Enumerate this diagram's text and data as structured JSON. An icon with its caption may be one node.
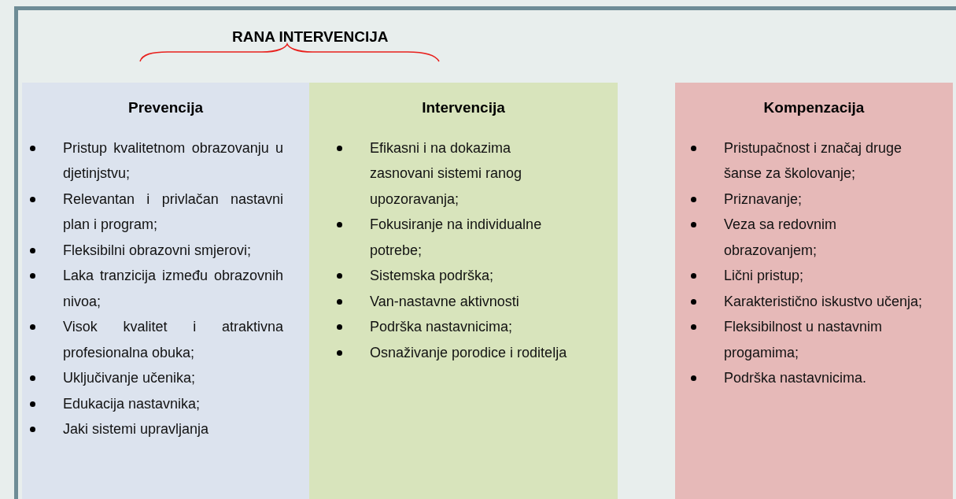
{
  "diagram": {
    "title": "RANA INTERVENCIJA",
    "nodes": [
      {
        "text": [
          "Prevencija",
          "Pristup kvalitetnom obrazovanju u djetinjstvu;",
          "Relevantan i privlačan nastavni plan i program;",
          "Fleksibilni obrazovni smjerovi;",
          "Laka tranzicija između obrazovnih nivoa;",
          "Visok kvalitet i atraktivna profesionalna obuka;",
          "Uključivanje učenika;",
          "Edukacija nastavnika;",
          "Jaki sistemi upravljanja"
        ]
      },
      {
        "text": [
          "Intervencija",
          "Efikasni  i na dokazima zasnovani sistemi ranog upozoravanja;",
          "Fokusiranje na individualne potrebe;",
          "Sistemska podrška;",
          "Van-nastavne aktivnosti",
          "Podrška nastavnicima;",
          "Osnaživanje porodice i roditelja"
        ]
      },
      {
        "text": [
          "Kompenzacija",
          "Pristupačnost i značaj druge šanse za školovanje;",
          "Priznavanje;",
          "Veza sa redovnim obrazovanjem;",
          "Lični pristup;",
          "Karakteristično iskustvo učenja;",
          "Fleksibilnost u nastavnim progamima;",
          "Podrška nastavnicima."
        ]
      }
    ]
  }
}
